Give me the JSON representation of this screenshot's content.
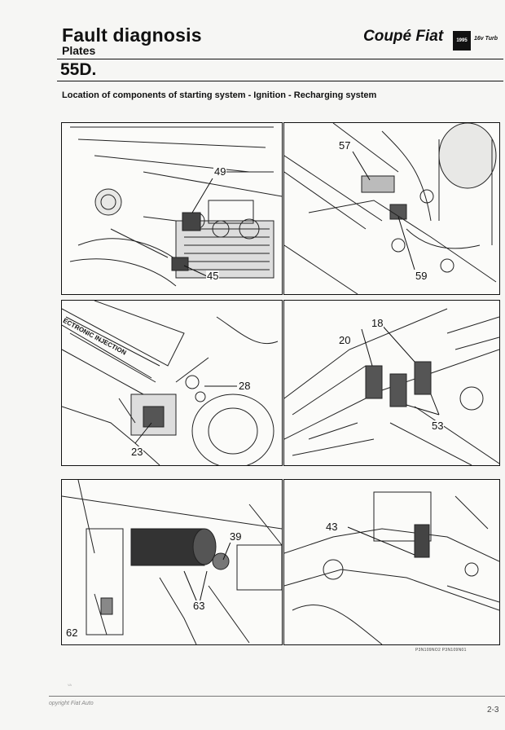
{
  "header": {
    "title": "Fault diagnosis",
    "subtitle": "Plates",
    "brand": "Coupé Fiat",
    "year_badge": "1995",
    "model": "16v Turb"
  },
  "section": {
    "number": "55D.",
    "caption": "Location of components of starting system - Ignition - Recharging system"
  },
  "plates": [
    {
      "callouts": [
        "49",
        "45"
      ]
    },
    {
      "callouts": [
        "57",
        "59"
      ]
    },
    {
      "inscription": "ECTRONIC INJECTION",
      "callouts": [
        "28",
        "23"
      ]
    },
    {
      "callouts": [
        "18",
        "20",
        "53"
      ]
    },
    {
      "callouts": [
        "39",
        "63",
        "62"
      ]
    },
    {
      "callouts": [
        "43"
      ]
    }
  ],
  "footer": {
    "plate_refs": "P3N109NO2   P3N109N01",
    "mark": "VA",
    "copyright": "opyright Fiat Auto",
    "page_number": "2-3"
  }
}
